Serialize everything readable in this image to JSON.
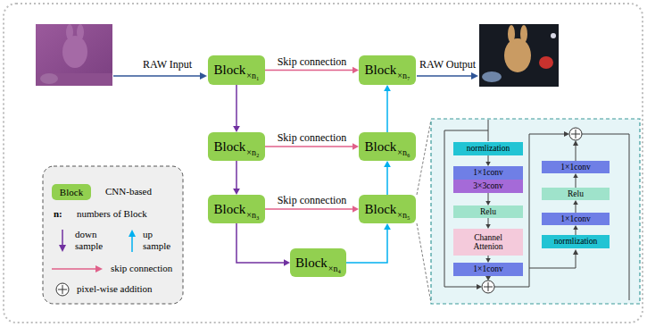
{
  "diagram": {
    "nodes": [
      {
        "text": [
          "Block",
          "×n₁"
        ]
      },
      {
        "text": [
          "Block",
          "×n₂"
        ]
      },
      {
        "text": [
          "Block",
          "×n₃"
        ]
      },
      {
        "text": [
          "Block",
          "×n₄"
        ]
      },
      {
        "text": [
          "Block",
          "×n₅"
        ]
      },
      {
        "text": [
          "Block",
          "×n₆"
        ]
      },
      {
        "text": [
          "Block",
          "×n₇"
        ]
      },
      {
        "text": [
          "normlization"
        ]
      },
      {
        "text": [
          "1×1conv"
        ]
      },
      {
        "text": [
          "3×3conv"
        ]
      },
      {
        "text": [
          "Relu"
        ]
      },
      {
        "text": [
          "Channel Attenion"
        ]
      },
      {
        "text": [
          "1×1conv"
        ]
      },
      {
        "text": [
          "1×1conv"
        ]
      },
      {
        "text": [
          "Relu"
        ]
      },
      {
        "text": [
          "1×1conv"
        ]
      },
      {
        "text": [
          "normlization"
        ]
      }
    ],
    "edges": [
      {
        "from": 0,
        "to": 1,
        "arrow": "to"
      },
      {
        "from": 1,
        "to": 2,
        "arrow": "to"
      },
      {
        "from": 2,
        "to": 3,
        "arrow": "to"
      },
      {
        "from": 3,
        "to": 4,
        "arrow": "to"
      },
      {
        "from": 4,
        "to": 5,
        "arrow": "to"
      },
      {
        "from": 5,
        "to": 6,
        "arrow": "to"
      },
      {
        "from": 0,
        "to": 6,
        "label": "Skip connection",
        "arrow": "to"
      },
      {
        "from": 1,
        "to": 5,
        "label": "Skip connection",
        "arrow": "to"
      },
      {
        "from": 2,
        "to": 4,
        "label": "Skip connection",
        "arrow": "to"
      },
      {
        "from": 7,
        "to": 8,
        "arrow": "to"
      },
      {
        "from": 9,
        "to": 10,
        "arrow": "to"
      },
      {
        "from": 10,
        "to": 11,
        "arrow": "to"
      },
      {
        "from": 11,
        "to": 12,
        "arrow": "to"
      },
      {
        "from": 16,
        "to": 15,
        "arrow": "to"
      },
      {
        "from": 15,
        "to": 14,
        "arrow": "to"
      },
      {
        "from": 14,
        "to": 13,
        "arrow": "to"
      }
    ],
    "labels": [
      "RAW Input",
      "RAW Output",
      "Block",
      "n:",
      "numbers of Block"
    ],
    "legend": [
      {
        "text": "CNN-based",
        "color": "#92D050"
      },
      {
        "text": "down sample"
      },
      {
        "text": "up sample"
      },
      {
        "text": "skip connection"
      },
      {
        "text": "pixel-wise addition"
      }
    ]
  }
}
